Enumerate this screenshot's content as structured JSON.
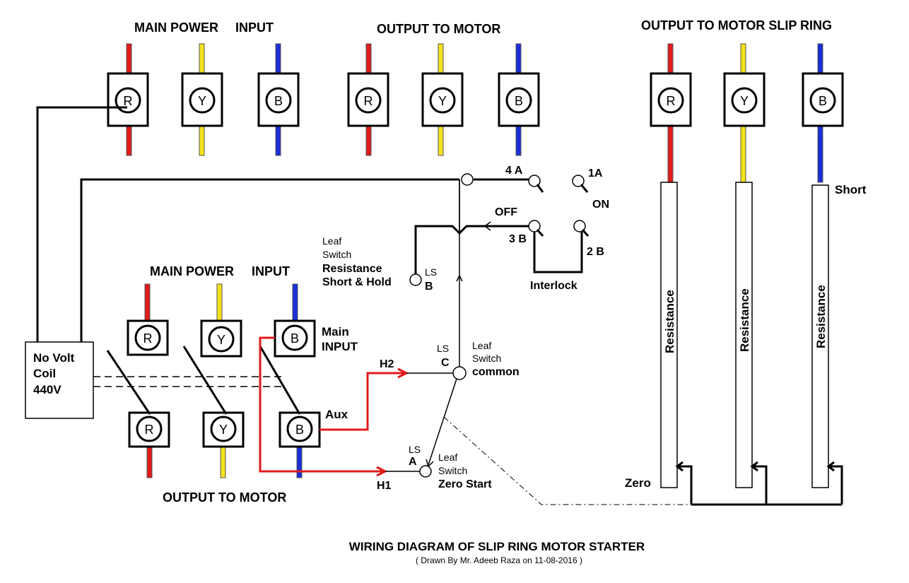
{
  "labels": {
    "main_power_top": "MAIN POWER",
    "input_top": "INPUT",
    "output_to_motor_top": "OUTPUT TO MOTOR",
    "output_slip_ring": "OUTPUT TO MOTOR SLIP RING",
    "main_power_mid": "MAIN POWER",
    "input_mid": "INPUT",
    "output_to_motor_bottom": "OUTPUT TO MOTOR",
    "no_volt_coil_1": "No Volt",
    "no_volt_coil_2": "Coil",
    "no_volt_coil_3": "440V",
    "main_input_1": "Main",
    "main_input_2": "INPUT",
    "aux": "Aux",
    "h1": "H1",
    "h2": "H2",
    "ls": "LS",
    "ls_a": "A",
    "ls_b": "B",
    "ls_c": "C",
    "leaf": "Leaf",
    "switch": "Switch",
    "common": "common",
    "zero_start": "Zero Start",
    "resistance_short_1": "Resistance",
    "resistance_short_2": "Short & Hold",
    "off": "OFF",
    "on": "ON",
    "t4a": "4 A",
    "t1a": "1A",
    "t3b": "3 B",
    "t2b": "2 B",
    "interlock": "Interlock",
    "short": "Short",
    "zero": "Zero",
    "resistance": "Resistance",
    "title": "WIRING DIAGRAM OF SLIP RING MOTOR STARTER",
    "credit": "( Drawn By Mr. Adeeb Raza on 11-08-2016 )"
  },
  "phases": {
    "r": "R",
    "y": "Y",
    "b": "B"
  },
  "colors": {
    "red": "#e01b1b",
    "yellow": "#f2e21a",
    "blue": "#1a2fd6",
    "black": "#000000"
  }
}
